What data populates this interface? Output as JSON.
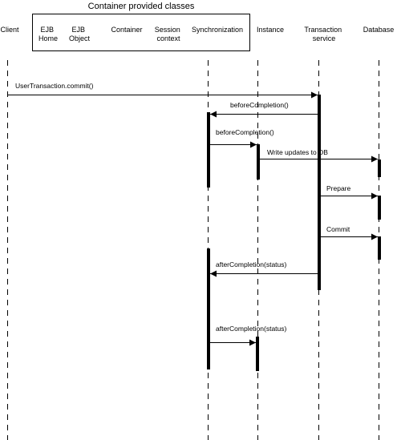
{
  "container_title": "Container provided classes",
  "participants": [
    {
      "id": "client",
      "lines": [
        "Client"
      ]
    },
    {
      "id": "ejb-home",
      "lines": [
        "EJB",
        "Home"
      ]
    },
    {
      "id": "ejb-object",
      "lines": [
        "EJB",
        "Object"
      ]
    },
    {
      "id": "container",
      "lines": [
        "Container"
      ]
    },
    {
      "id": "session-context",
      "lines": [
        "Session",
        "context"
      ]
    },
    {
      "id": "synchronization",
      "lines": [
        "Synchronization"
      ]
    },
    {
      "id": "instance",
      "lines": [
        "Instance"
      ]
    },
    {
      "id": "transaction-service",
      "lines": [
        "Transaction",
        "service"
      ]
    },
    {
      "id": "database",
      "lines": [
        "Database"
      ]
    }
  ],
  "messages": [
    {
      "from": "client",
      "to": "transaction-service",
      "label": "UserTransaction.commit()"
    },
    {
      "from": "transaction-service",
      "to": "synchronization",
      "label": "beforeCompletion()"
    },
    {
      "from": "synchronization",
      "to": "instance",
      "label": "beforeCompletion()"
    },
    {
      "from": "instance",
      "to": "database",
      "label": "Write updates to DB"
    },
    {
      "from": "transaction-service",
      "to": "database",
      "label": "Prepare"
    },
    {
      "from": "transaction-service",
      "to": "database",
      "label": "Commit"
    },
    {
      "from": "transaction-service",
      "to": "synchronization",
      "label": "afterCompletion(status)"
    },
    {
      "from": "synchronization",
      "to": "instance",
      "label": "afterCompletion(status)"
    }
  ],
  "colors": {
    "line": "#000000",
    "background": "#ffffff"
  }
}
